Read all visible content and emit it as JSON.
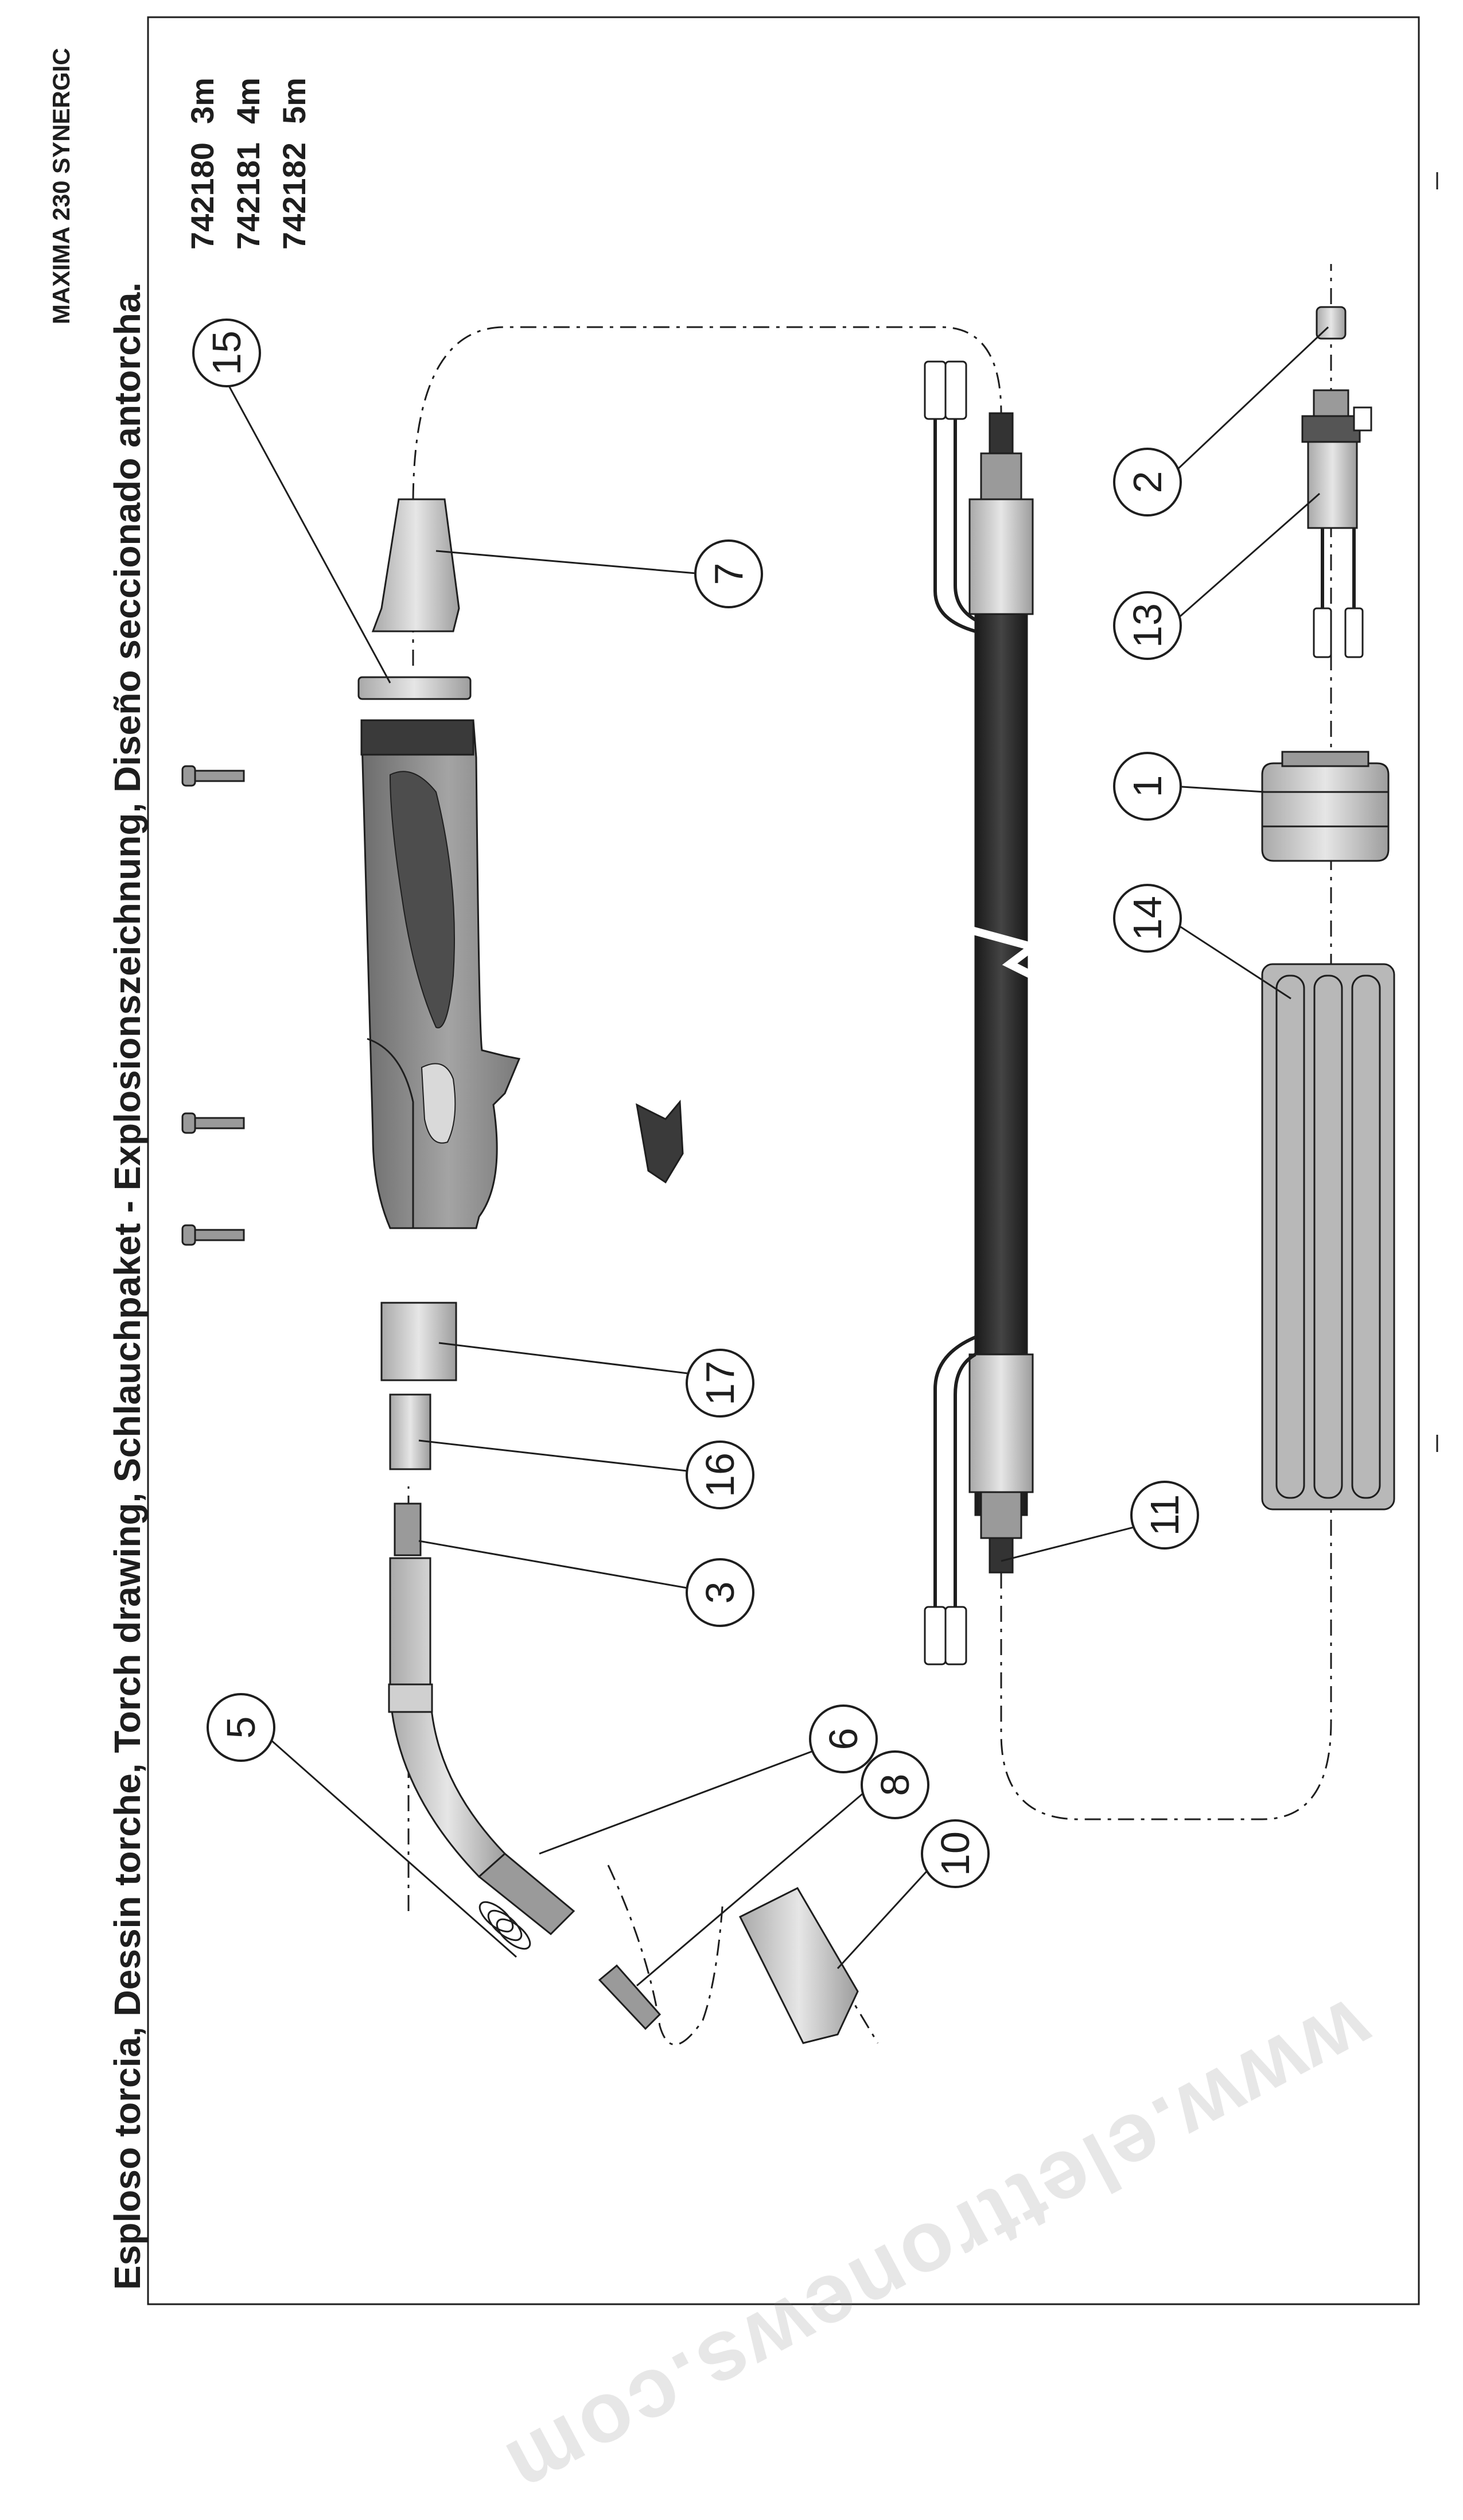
{
  "title": "Esploso torcia, Dessin torche, Torch drawing, Schlauchpaket - Explosionszeichnung, Diseño seccionado antorcha.",
  "model": "MAXIMA 230 SYNERGIC",
  "codes": [
    {
      "code": "742180",
      "length": "3m"
    },
    {
      "code": "742181",
      "length": "4m"
    },
    {
      "code": "742182",
      "length": "5m"
    }
  ],
  "watermark": "www.elettronews.com",
  "callouts": [
    "15",
    "7",
    "2",
    "13",
    "1",
    "14",
    "17",
    "16",
    "3",
    "11",
    "5",
    "6",
    "8",
    "10"
  ],
  "colors": {
    "ink": "#1e1e1e",
    "handle": "#8a8a8a",
    "handle_dark": "#555555",
    "handle_light": "#c8c8c8",
    "cable": "#2a2a2a",
    "parts": "#bdbdbd"
  }
}
